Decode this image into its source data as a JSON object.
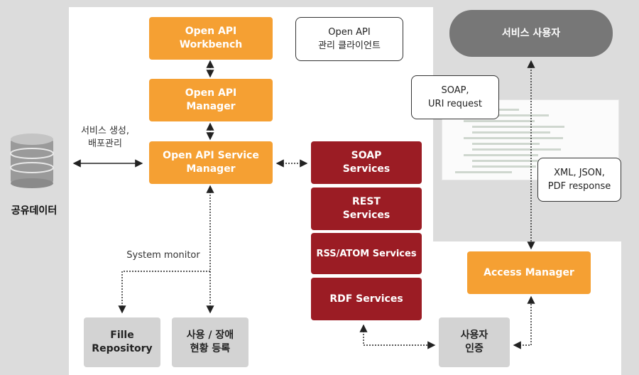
{
  "nodes": {
    "workbench": "Open API\nWorkbench",
    "manager": "Open API\nManager",
    "service_manager": "Open API Service\nManager",
    "admin_client": "Open API\n관리 클라이언트",
    "soap": "SOAP\nServices",
    "rest": "REST\nServices",
    "rss": "RSS/ATOM Services",
    "rdf": "RDF Services",
    "service_user": "서비스 사용자",
    "soap_request": "SOAP,\nURI request",
    "response": "XML, JSON,\nPDF response",
    "access_manager": "Access Manager",
    "user_auth": "사용자\n인증",
    "file_repo": "Fille\nRepository",
    "usage": "사용 / 장애\n현황 등록",
    "shared_data": "공유데이터"
  },
  "labels": {
    "service_create": "서비스 생성,\n배포관리",
    "system_monitor": "System monitor"
  },
  "colors": {
    "orange": "#f5a033",
    "dark_red": "#9b1c24",
    "gray": "#d3d3d3",
    "pill": "#777777"
  }
}
